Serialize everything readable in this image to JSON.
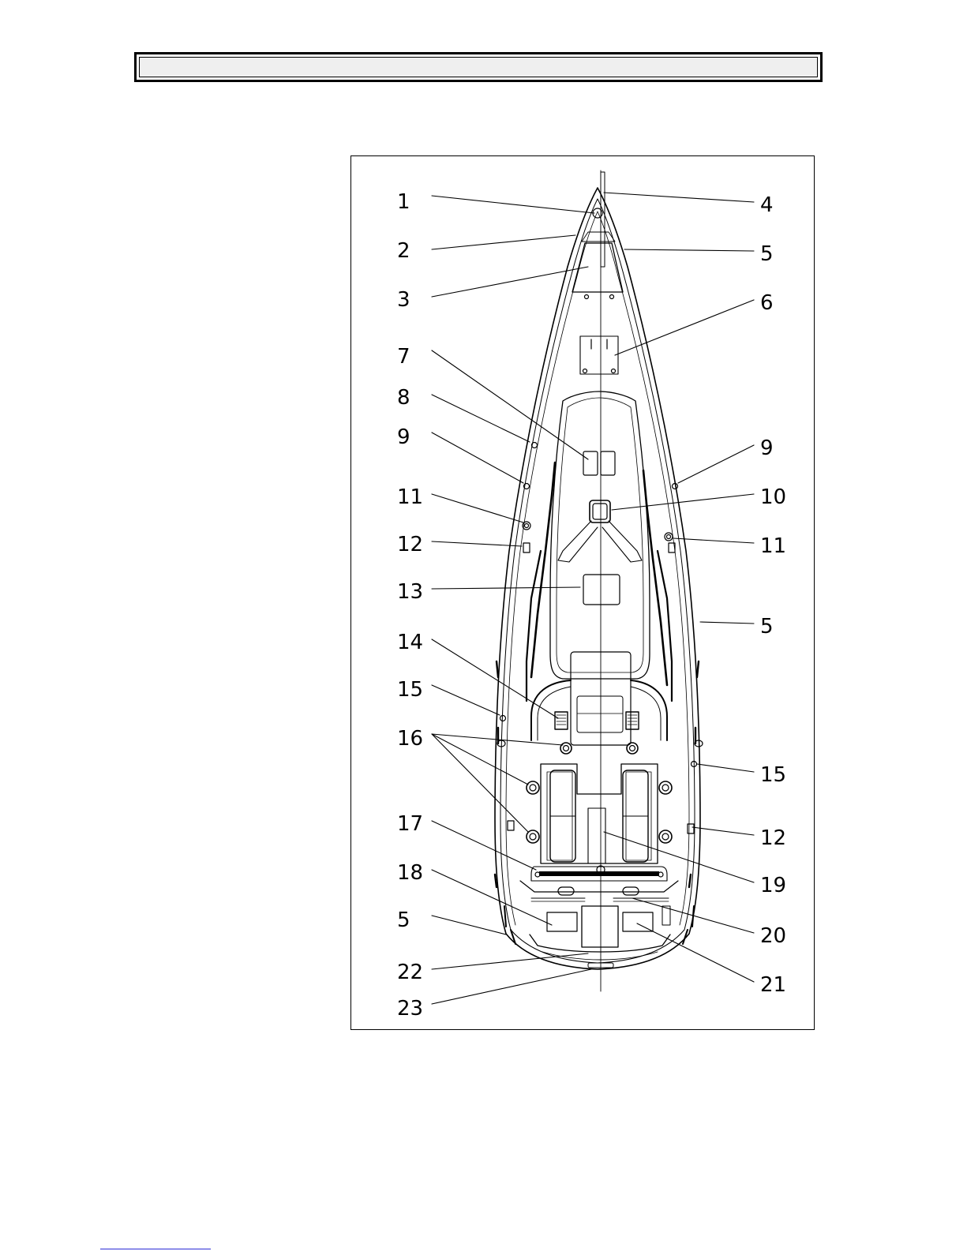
{
  "header": {
    "title": ""
  },
  "diagram": {
    "labels_left": [
      {
        "id": "l1",
        "text": "1"
      },
      {
        "id": "l2",
        "text": "2"
      },
      {
        "id": "l3",
        "text": "3"
      },
      {
        "id": "l7",
        "text": "7"
      },
      {
        "id": "l8",
        "text": "8"
      },
      {
        "id": "l9",
        "text": "9"
      },
      {
        "id": "l11",
        "text": "11"
      },
      {
        "id": "l12",
        "text": "12"
      },
      {
        "id": "l13",
        "text": "13"
      },
      {
        "id": "l14",
        "text": "14"
      },
      {
        "id": "l15",
        "text": "15"
      },
      {
        "id": "l16",
        "text": "16"
      },
      {
        "id": "l17",
        "text": "17"
      },
      {
        "id": "l18",
        "text": "18"
      },
      {
        "id": "l5c",
        "text": "5"
      },
      {
        "id": "l22",
        "text": "22"
      },
      {
        "id": "l23",
        "text": "23"
      }
    ],
    "labels_right": [
      {
        "id": "r4",
        "text": "4"
      },
      {
        "id": "r5a",
        "text": "5"
      },
      {
        "id": "r6",
        "text": "6"
      },
      {
        "id": "r9",
        "text": "9"
      },
      {
        "id": "r10",
        "text": "10"
      },
      {
        "id": "r11",
        "text": "11"
      },
      {
        "id": "r5b",
        "text": "5"
      },
      {
        "id": "r15",
        "text": "15"
      },
      {
        "id": "r12",
        "text": "12"
      },
      {
        "id": "r19",
        "text": "19"
      },
      {
        "id": "r20",
        "text": "20"
      },
      {
        "id": "r21",
        "text": "21"
      }
    ]
  }
}
